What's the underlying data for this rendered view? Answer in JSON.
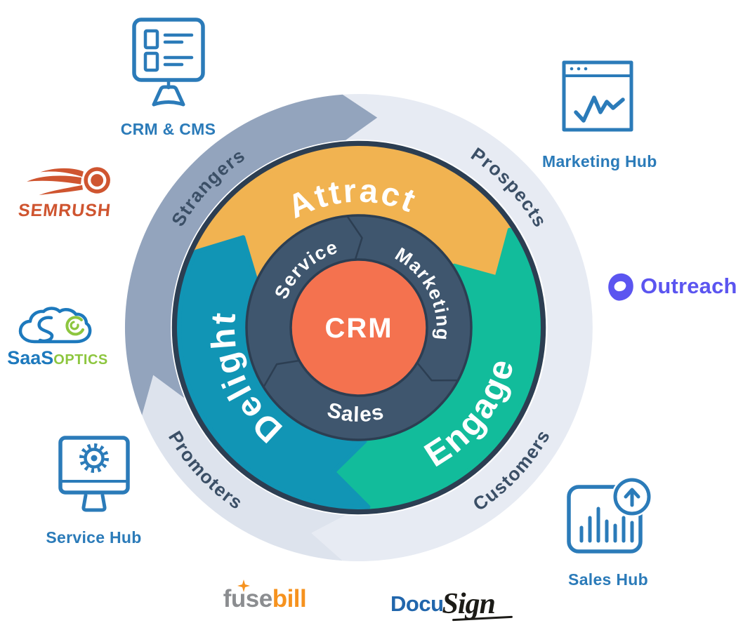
{
  "flywheel": {
    "center": "CRM",
    "attract": "Attract",
    "engage": "Engage",
    "delight": "Delight",
    "marketing": "Marketing",
    "sales": "Sales",
    "service": "Service",
    "strangers": "Strangers",
    "prospects": "Prospects",
    "customers": "Customers",
    "promoters": "Promoters",
    "colors": {
      "attract": "#f1b351",
      "engage": "#12bc9b",
      "delight": "#1195b5",
      "crm_center": "#f4724f",
      "inner_ring": "#3f566e",
      "outer_ring_dark": "#93a4bd",
      "outer_ring_light": "#e7ebf3",
      "navy_outline": "#2c3e52"
    }
  },
  "integrations": {
    "crm_cms": {
      "label": "CRM & CMS"
    },
    "marketing_hub": {
      "label": "Marketing Hub"
    },
    "semrush": {
      "label": "SEMRUSH",
      "color": "#cf5530"
    },
    "outreach": {
      "label": "Outreach",
      "color": "#5b55f0"
    },
    "saasoptics": {
      "label_saas": "SaaS",
      "label_optics": "OPTICS"
    },
    "service_hub": {
      "label": "Service Hub"
    },
    "sales_hub": {
      "label": "Sales Hub"
    },
    "fusebill": {
      "label_fuse": "fuse",
      "label_bill": "bill"
    },
    "docusign": {
      "label_docu": "Docu",
      "label_sign": "Sign"
    },
    "hub_blue": "#2b7bb9"
  }
}
